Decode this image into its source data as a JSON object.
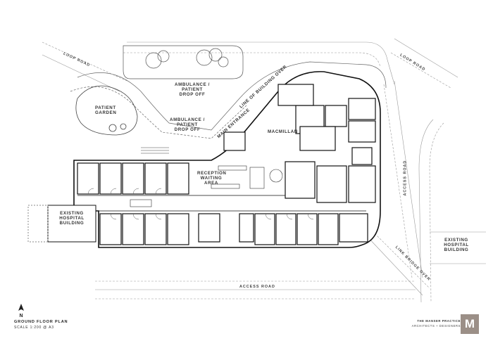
{
  "drawing": {
    "title": "GROUND FLOOR PLAN",
    "scale": "SCALE 1:200 @ A3",
    "north_letter": "N"
  },
  "labels": {
    "loop_road_left": "LOOP ROAD",
    "loop_road_right": "LOOP ROAD",
    "access_road_bottom": "ACCESS ROAD",
    "access_road_right": "ACCESS ROAD",
    "link_bridge": "LINK BRIDGE OVER",
    "ambulance_1": "AMBULANCE / PATIENT DROP OFF",
    "ambulance_2": "AMBULANCE / PATIENT DROP OFF",
    "patient_garden": "PATIENT GARDEN",
    "main_entrance": "MAIN ENTRANCE",
    "line_of_building_over": "LINE OF BUILDING OVER",
    "macmillan": "MACMILLAN",
    "reception": "RECEPTION WAITING AREA",
    "existing_left": "EXISTING HOSPITAL BUILDING",
    "existing_right": "EXISTING HOSPITAL BUILDING"
  },
  "practice": {
    "name": "THE MANSER PRACTICE",
    "sub": "ARCHITECTS + DESIGNERS",
    "logo": "M"
  },
  "colors": {
    "wall": "#111111",
    "fill": "#ffffff",
    "logo_bg": "#9b8f87"
  }
}
